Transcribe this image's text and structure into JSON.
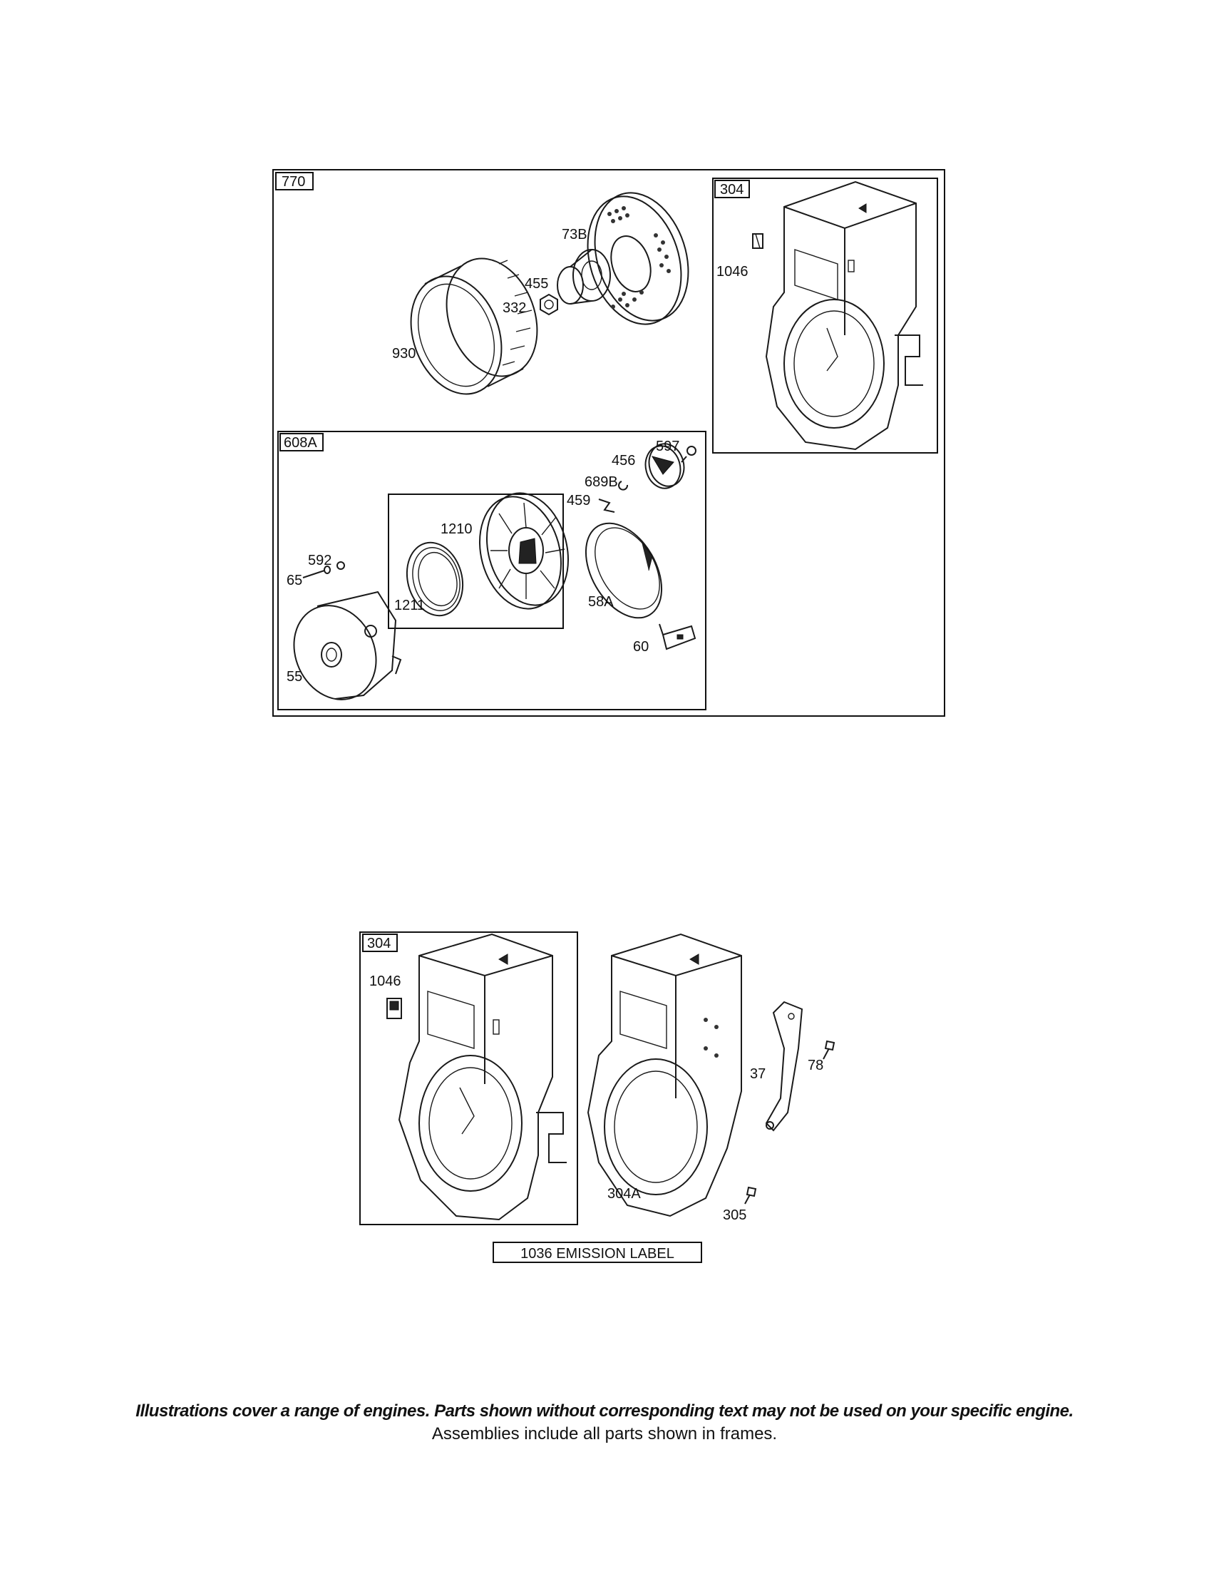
{
  "top_assembly": {
    "frame_tag": "770",
    "parts": {
      "p73b": "73B",
      "p455": "455",
      "p332": "332",
      "p930": "930"
    },
    "blower_housing": {
      "frame_tag": "304",
      "p1046": "1046"
    },
    "starter": {
      "frame_tag": "608A",
      "parts": {
        "p597": "597",
        "p456": "456",
        "p689b": "689B",
        "p459": "459",
        "p1210": "1210",
        "p1211": "1211",
        "p592": "592",
        "p65": "65",
        "p58a": "58A",
        "p60": "60",
        "p55": "55"
      }
    }
  },
  "bottom_assembly": {
    "frame_tag": "304",
    "parts": {
      "p1046": "1046",
      "p37": "37",
      "p78": "78",
      "p304a": "304A",
      "p305": "305"
    },
    "emission_label": "1036 EMISSION LABEL"
  },
  "footer": {
    "note": "Illustrations cover a range of engines. Parts shown without corresponding text may not be used on your specific engine.",
    "sub": "Assemblies include all parts shown in frames."
  }
}
